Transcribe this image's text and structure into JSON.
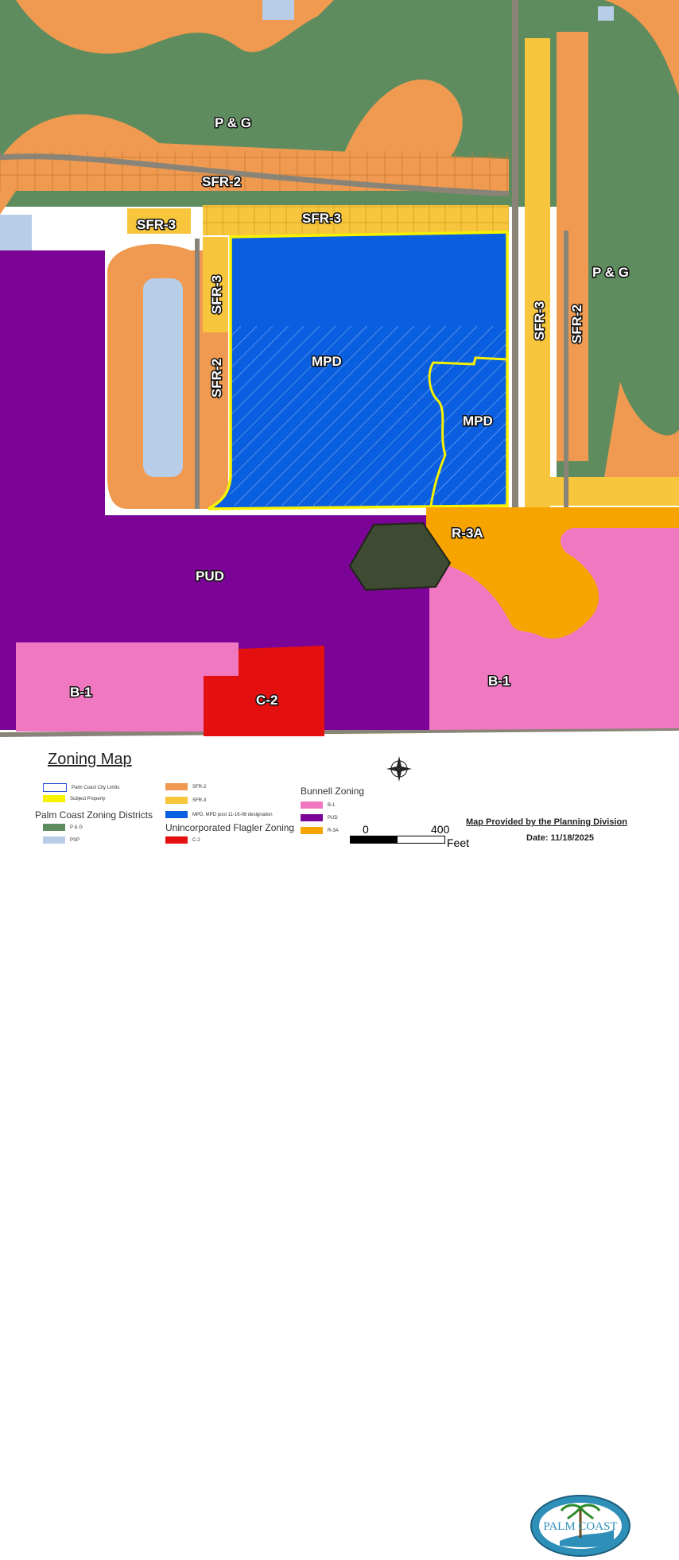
{
  "map": {
    "labels": {
      "pg_north": "P & G",
      "pg_east": "P & G",
      "sfr2_top": "SFR-2",
      "sfr3_left": "SFR-3",
      "sfr3_top": "SFR-3",
      "sfr3_vertical": "SFR-3",
      "sfr2_vertical": "SFR-2",
      "sfr3_east": "SFR-3",
      "sfr2_east": "SFR-2",
      "mpd_main": "MPD",
      "mpd_east": "MPD",
      "r3a": "R-3A",
      "pud": "PUD",
      "b1_west": "B-1",
      "b1_east": "B-1",
      "c2": "C-2"
    },
    "colors": {
      "pg": "#5f8c5e",
      "sfr2": "#ef9a50",
      "sfr3": "#f8c63c",
      "mpd": "#0a5ee0",
      "pud": "#7b0496",
      "b1": "#f078c0",
      "r3a": "#f8a400",
      "c2": "#e41010",
      "psp": "#b8cde8",
      "subject": "#f7f200",
      "road": "#8a8478"
    }
  },
  "legend": {
    "title": "Zoning Map",
    "city_limits": "Palm Coast City Limits",
    "subject_property": "Subject Property",
    "palm_coast_heading": "Palm Coast Zoning Districts",
    "pg": "P & G",
    "psp": "PSP",
    "sfr2": "SFR-2",
    "sfr3": "SFR-3",
    "mpd": "MPD, MPD post 11-16-08 designation",
    "unincorporated_heading": "Unincorporated Flagler Zoning",
    "c2": "C-2",
    "bunnell_heading": "Bunnell Zoning",
    "b1": "B-1",
    "pud": "PUD",
    "r3a": "R-3A",
    "scale_start": "0",
    "scale_end": "400",
    "scale_unit": "Feet",
    "provided_by": "Map Provided by the Planning Division",
    "date": "Date: 11/18/2025",
    "logo_text": "PALM COAST"
  }
}
